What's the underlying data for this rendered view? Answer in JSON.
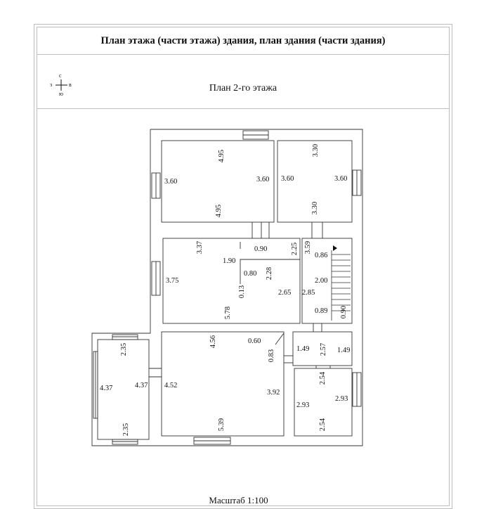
{
  "header": {
    "title": "План этажа (части этажа) здания, план здания (части здания)",
    "plan_name": "План 2-го этажа",
    "compass": {
      "north": "с",
      "south": "ю",
      "west": "з",
      "east": "в"
    },
    "scale_label": "Масштаб 1:100"
  },
  "dimensions": [
    "4.95",
    "3.60",
    "3.60",
    "4.95",
    "3.30",
    "3.60",
    "3.60",
    "3.30",
    "3.37",
    "0.90",
    "1.90",
    "0.80",
    "2.28",
    "3.75",
    "0.13",
    "5.78",
    "2.65",
    "2.25",
    "3.59",
    "0.86",
    "2.00",
    "2.85",
    "0.89",
    "0.90",
    "2.35",
    "4.37",
    "4.37",
    "2.35",
    "4.56",
    "0.60",
    "0.83",
    "4.52",
    "3.92",
    "5.39",
    "1.49",
    "2.57",
    "1.49",
    "2.54",
    "2.93",
    "2.93",
    "2.54"
  ]
}
